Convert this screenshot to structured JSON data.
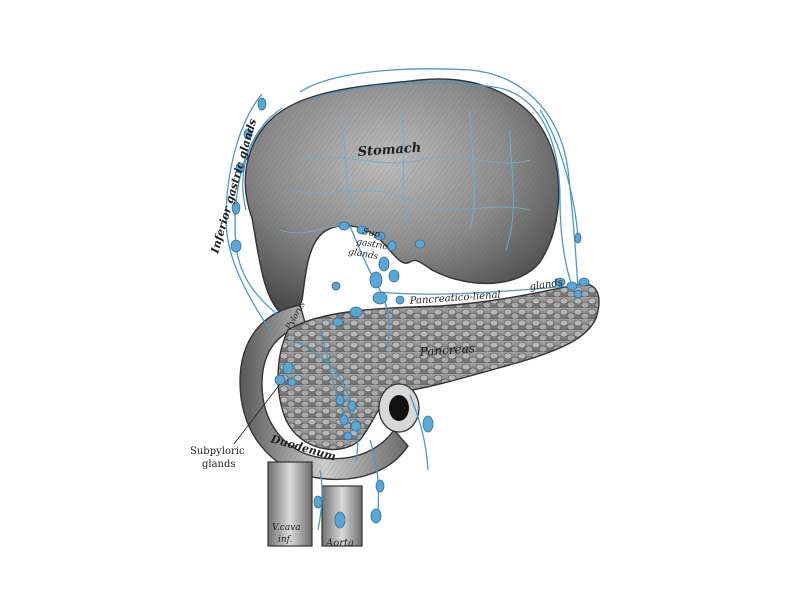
{
  "labels": {
    "stomach": "Stomach",
    "inferior_gastric_glands": "Inferior gastric glands",
    "superior_gastric_glands_line1": "Sup.",
    "superior_gastric_glands_line2": "gastric",
    "superior_gastric_glands_line3": "glands",
    "pancreaticolienal_glands": "Pancreatico-lienal",
    "glands": "glands",
    "pancreas": "Pancreas",
    "pylorus": "Pylorus",
    "subpyloric_line1": "Subpyloric",
    "subpyloric_line2": "glands",
    "duodenum": "Duodenum",
    "vcava_line1": "V.cava",
    "vcava_line2": "inf.",
    "aorta": "Aorta"
  },
  "colors": {
    "lymph": "#5aa6d6",
    "organ_gray": "#8f8f8f",
    "background": "#ffffff"
  }
}
